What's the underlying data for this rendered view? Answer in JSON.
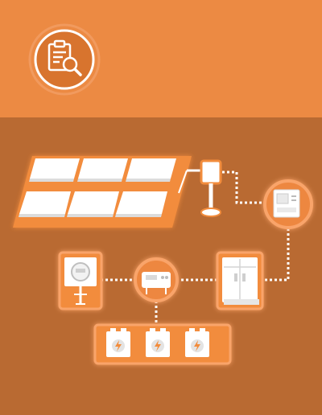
{
  "header": {
    "icon": "clipboard-magnifier-icon",
    "background_color": "#ec8a43"
  },
  "diagram": {
    "background_color": "#b96a32",
    "accent_color": "#f28c3c",
    "connector_color": "#ffffff",
    "components": [
      "solar-panel-array",
      "pv-junction-box",
      "combiner-box",
      "inverter",
      "charge-controller",
      "utility-meter",
      "battery-bank"
    ],
    "solar_panel_count": 6,
    "battery_count": 3
  }
}
